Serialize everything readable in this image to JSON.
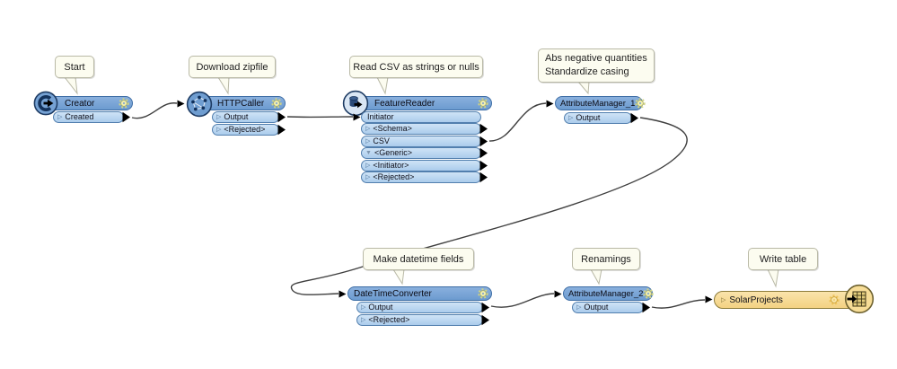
{
  "app": {
    "description": "FME Workbench translation canvas"
  },
  "icons": {
    "port_collapsed": "▷",
    "port_expanded": "▼"
  },
  "colors": {
    "node_header_fill": "#7aa6d6",
    "node_header_border": "#3d6da5",
    "port_fill": "#bdd7f0",
    "port_border": "#527fae",
    "writer_fill": "#f7dd97",
    "writer_border": "#8c7b3a",
    "annotation_fill": "#fcfcf0",
    "annotation_border": "#b9b9a6",
    "wire": "#3f3f3f"
  },
  "annotations": [
    {
      "text": "Start"
    },
    {
      "text": "Download zipfile"
    },
    {
      "text": "Read CSV as strings or nulls"
    },
    {
      "lines": [
        "Abs negative quantities",
        "Standardize casing"
      ]
    },
    {
      "text": "Make datetime fields"
    },
    {
      "text": "Renamings"
    },
    {
      "text": "Write table"
    }
  ],
  "nodes": [
    {
      "title": "Creator",
      "type": "transformer",
      "icon": "creator-icon",
      "ports": [
        {
          "label": "Created",
          "direction": "output"
        }
      ]
    },
    {
      "title": "HTTPCaller",
      "type": "transformer",
      "icon": "network-icon",
      "ports": [
        {
          "label": "Output",
          "direction": "output"
        },
        {
          "label": "<Rejected>",
          "direction": "output"
        }
      ]
    },
    {
      "title": "FeatureReader",
      "type": "transformer",
      "icon": "database-reader-icon",
      "ports": [
        {
          "label": "Initiator",
          "direction": "input"
        },
        {
          "label": "<Schema>",
          "direction": "output"
        },
        {
          "label": "CSV",
          "direction": "output"
        },
        {
          "label": "<Generic>",
          "direction": "output"
        },
        {
          "label": "<Initiator>",
          "direction": "output"
        },
        {
          "label": "<Rejected>",
          "direction": "output"
        }
      ]
    },
    {
      "title": "AttributeManager_1",
      "type": "transformer",
      "ports": [
        {
          "label": "Output",
          "direction": "output"
        }
      ]
    },
    {
      "title": "DateTimeConverter",
      "type": "transformer",
      "ports": [
        {
          "label": "Output",
          "direction": "output"
        },
        {
          "label": "<Rejected>",
          "direction": "output"
        }
      ]
    },
    {
      "title": "AttributeManager_2",
      "type": "transformer",
      "ports": [
        {
          "label": "Output",
          "direction": "output"
        }
      ]
    },
    {
      "title": "SolarProjects",
      "type": "writer",
      "icon": "table-writer-icon",
      "ports": []
    }
  ],
  "connections": [
    {
      "from": "Creator:Created",
      "to": "HTTPCaller"
    },
    {
      "from": "HTTPCaller:Output",
      "to": "FeatureReader:Initiator"
    },
    {
      "from": "FeatureReader:CSV",
      "to": "AttributeManager_1"
    },
    {
      "from": "AttributeManager_1:Output",
      "to": "DateTimeConverter"
    },
    {
      "from": "DateTimeConverter:Output",
      "to": "AttributeManager_2"
    },
    {
      "from": "AttributeManager_2:Output",
      "to": "SolarProjects"
    }
  ]
}
